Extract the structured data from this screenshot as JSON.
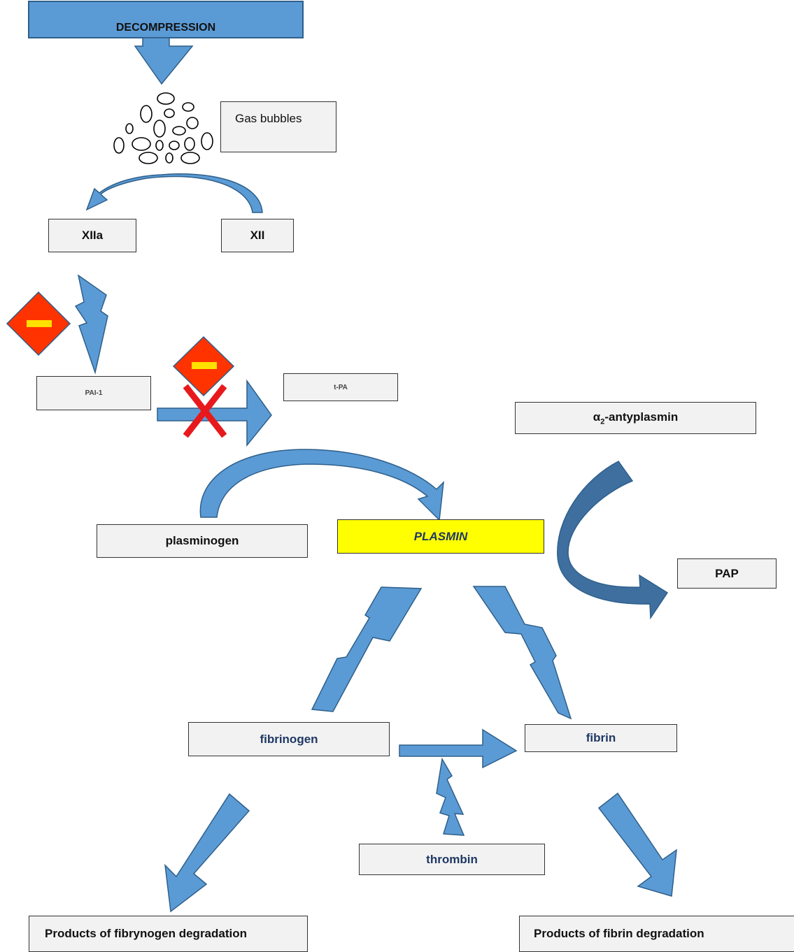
{
  "colors": {
    "arrow_fill": "#5b9bd5",
    "arrow_stroke": "#2e5f8a",
    "box_fill": "#f2f2f2",
    "box_border": "#333333",
    "plasmin_fill": "#ffff00",
    "inhibit_fill": "#ff3300",
    "inhibit_bar": "#ffe000",
    "cross": "#e8191d",
    "label_navy": "#1f3864"
  },
  "nodes": {
    "decompression": "DECOMPRESSION",
    "gas_bubbles": "Gas bubbles",
    "xiia": "XIIa",
    "xii": "XII",
    "pai1": "PAI-1",
    "tpa": "t-PA",
    "alpha2_antiplasmin": {
      "prefix": "α",
      "sub": "2",
      "suffix": "-antyplasmin"
    },
    "plasminogen": "plasminogen",
    "plasmin": "PLASMIN",
    "pap": "PAP",
    "fibrinogen": "fibrinogen",
    "fibrin": "fibrin",
    "thrombin": "thrombin",
    "fibrinogen_products": "Products of fibrynogen degradation",
    "fibrin_products": "Products of fibrin degradation"
  },
  "icons": [
    "gas-bubbles-icon",
    "inhibition-diamond-icon",
    "inhibition-diamond-icon",
    "cross-icon",
    "lightning-arrow-icon",
    "curved-arrow-icon",
    "block-arrow-icon"
  ]
}
